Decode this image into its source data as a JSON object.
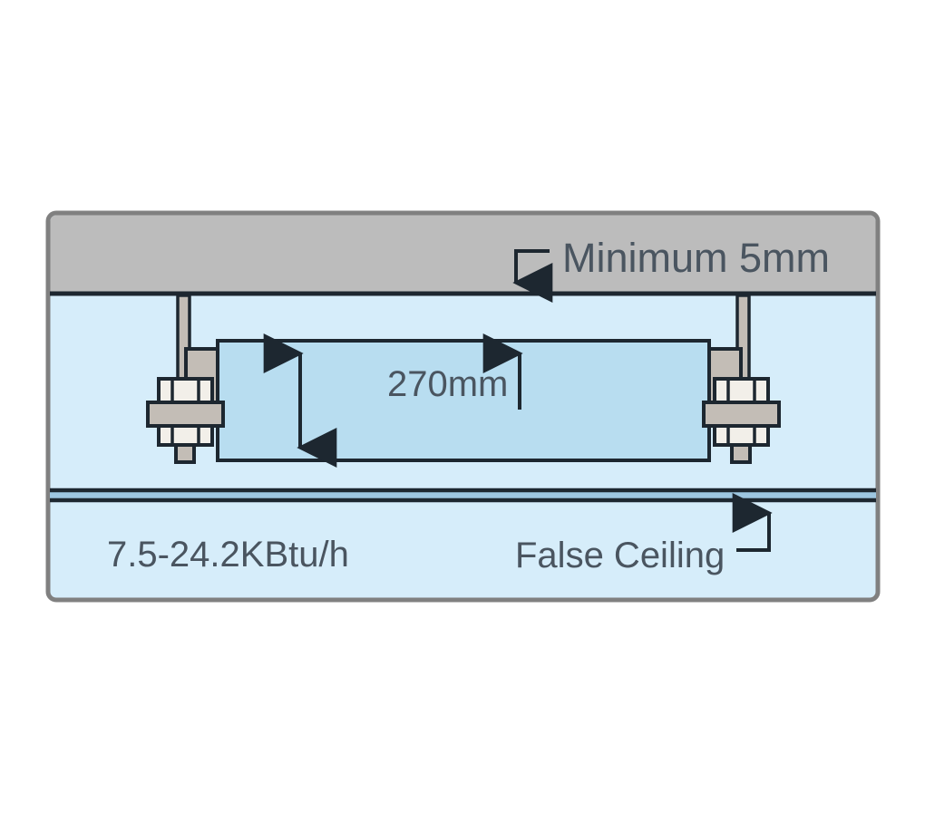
{
  "diagram": {
    "title": "Ceiling concealed duct indoor unit installation clearance diagram",
    "labels": {
      "minimum_clearance": "Minimum 5mm",
      "unit_height": "270mm",
      "capacity_rating": "7.5-24.2KBtu/h",
      "false_ceiling": "False Ceiling"
    },
    "colors": {
      "background": "#ffffff",
      "frame_border": "#808080",
      "plenum_fill": "#d6edfa",
      "slab_fill": "#bcbcbc",
      "unit_fill": "#b8ddf0",
      "ceiling_band_fill": "#9dc6e0",
      "hardware_fill": "#c3bdb6",
      "nut_fill": "#f2efe9",
      "outline_dark": "#23303c",
      "text": "#4a5560"
    },
    "parts": {
      "concrete_slab": "concrete-slab",
      "plenum_space": "plenum-space",
      "indoor_unit": "indoor-unit-body",
      "false_ceiling_band": "false-ceiling-band",
      "left_hanger": "left-hanger-assembly",
      "right_hanger": "right-hanger-assembly",
      "threaded_rod": "threaded-rod",
      "hanger_bracket": "hanger-bracket",
      "hex_nut": "hex-nut"
    },
    "annotations": {
      "minimum_leader": "minimum-clearance-leader-arrow",
      "height_dimension": "unit-height-dimension-arrow",
      "height_pointer": "unit-height-pointer-arrow",
      "ceiling_leader": "false-ceiling-leader-arrow"
    }
  }
}
